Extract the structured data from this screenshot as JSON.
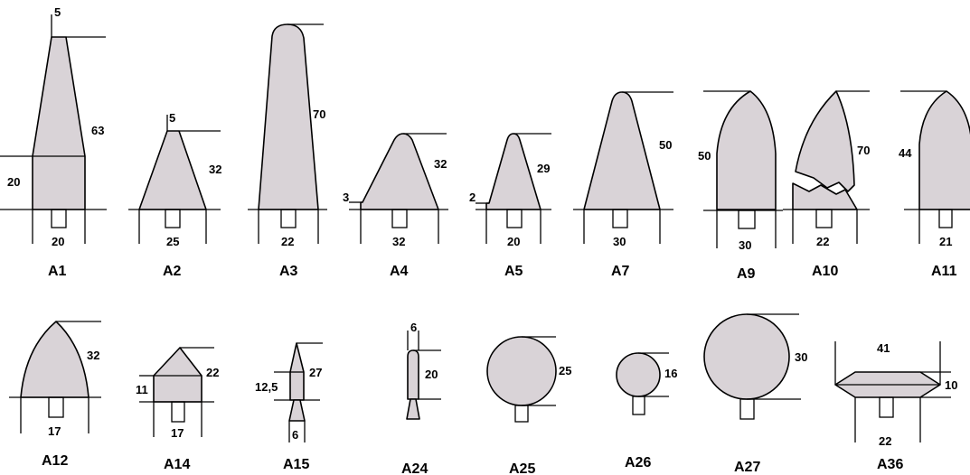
{
  "shapes": [
    {
      "code": "A1",
      "dims": {
        "tip": "5",
        "height": "63",
        "cyl": "20",
        "dia": "20"
      }
    },
    {
      "code": "A2",
      "dims": {
        "tip": "5",
        "height": "32",
        "dia": "25"
      }
    },
    {
      "code": "A3",
      "dims": {
        "height": "70",
        "dia": "22"
      }
    },
    {
      "code": "A4",
      "dims": {
        "edge": "3",
        "height": "32",
        "dia": "32"
      }
    },
    {
      "code": "A5",
      "dims": {
        "edge": "2",
        "height": "29",
        "dia": "20"
      }
    },
    {
      "code": "A7",
      "dims": {
        "height": "50",
        "dia": "30"
      }
    },
    {
      "code": "A9",
      "dims": {
        "height": "50",
        "dia": "30"
      }
    },
    {
      "code": "A10",
      "dims": {
        "height": "70",
        "dia": "22"
      }
    },
    {
      "code": "A11",
      "dims": {
        "height": "44",
        "dia": "21"
      }
    },
    {
      "code": "A12",
      "dims": {
        "height": "32",
        "dia": "17"
      }
    },
    {
      "code": "A14",
      "dims": {
        "cyl": "11",
        "height": "22",
        "dia": "17"
      }
    },
    {
      "code": "A15",
      "dims": {
        "cyl": "12,5",
        "height": "27",
        "dia": "6"
      }
    },
    {
      "code": "A24",
      "dims": {
        "top": "6",
        "height": "20"
      }
    },
    {
      "code": "A25",
      "dims": {
        "dia": "25"
      }
    },
    {
      "code": "A26",
      "dims": {
        "dia": "16"
      }
    },
    {
      "code": "A27",
      "dims": {
        "dia": "30"
      }
    },
    {
      "code": "A36",
      "dims": {
        "dia": "41",
        "height": "10",
        "shank": "22"
      }
    }
  ]
}
